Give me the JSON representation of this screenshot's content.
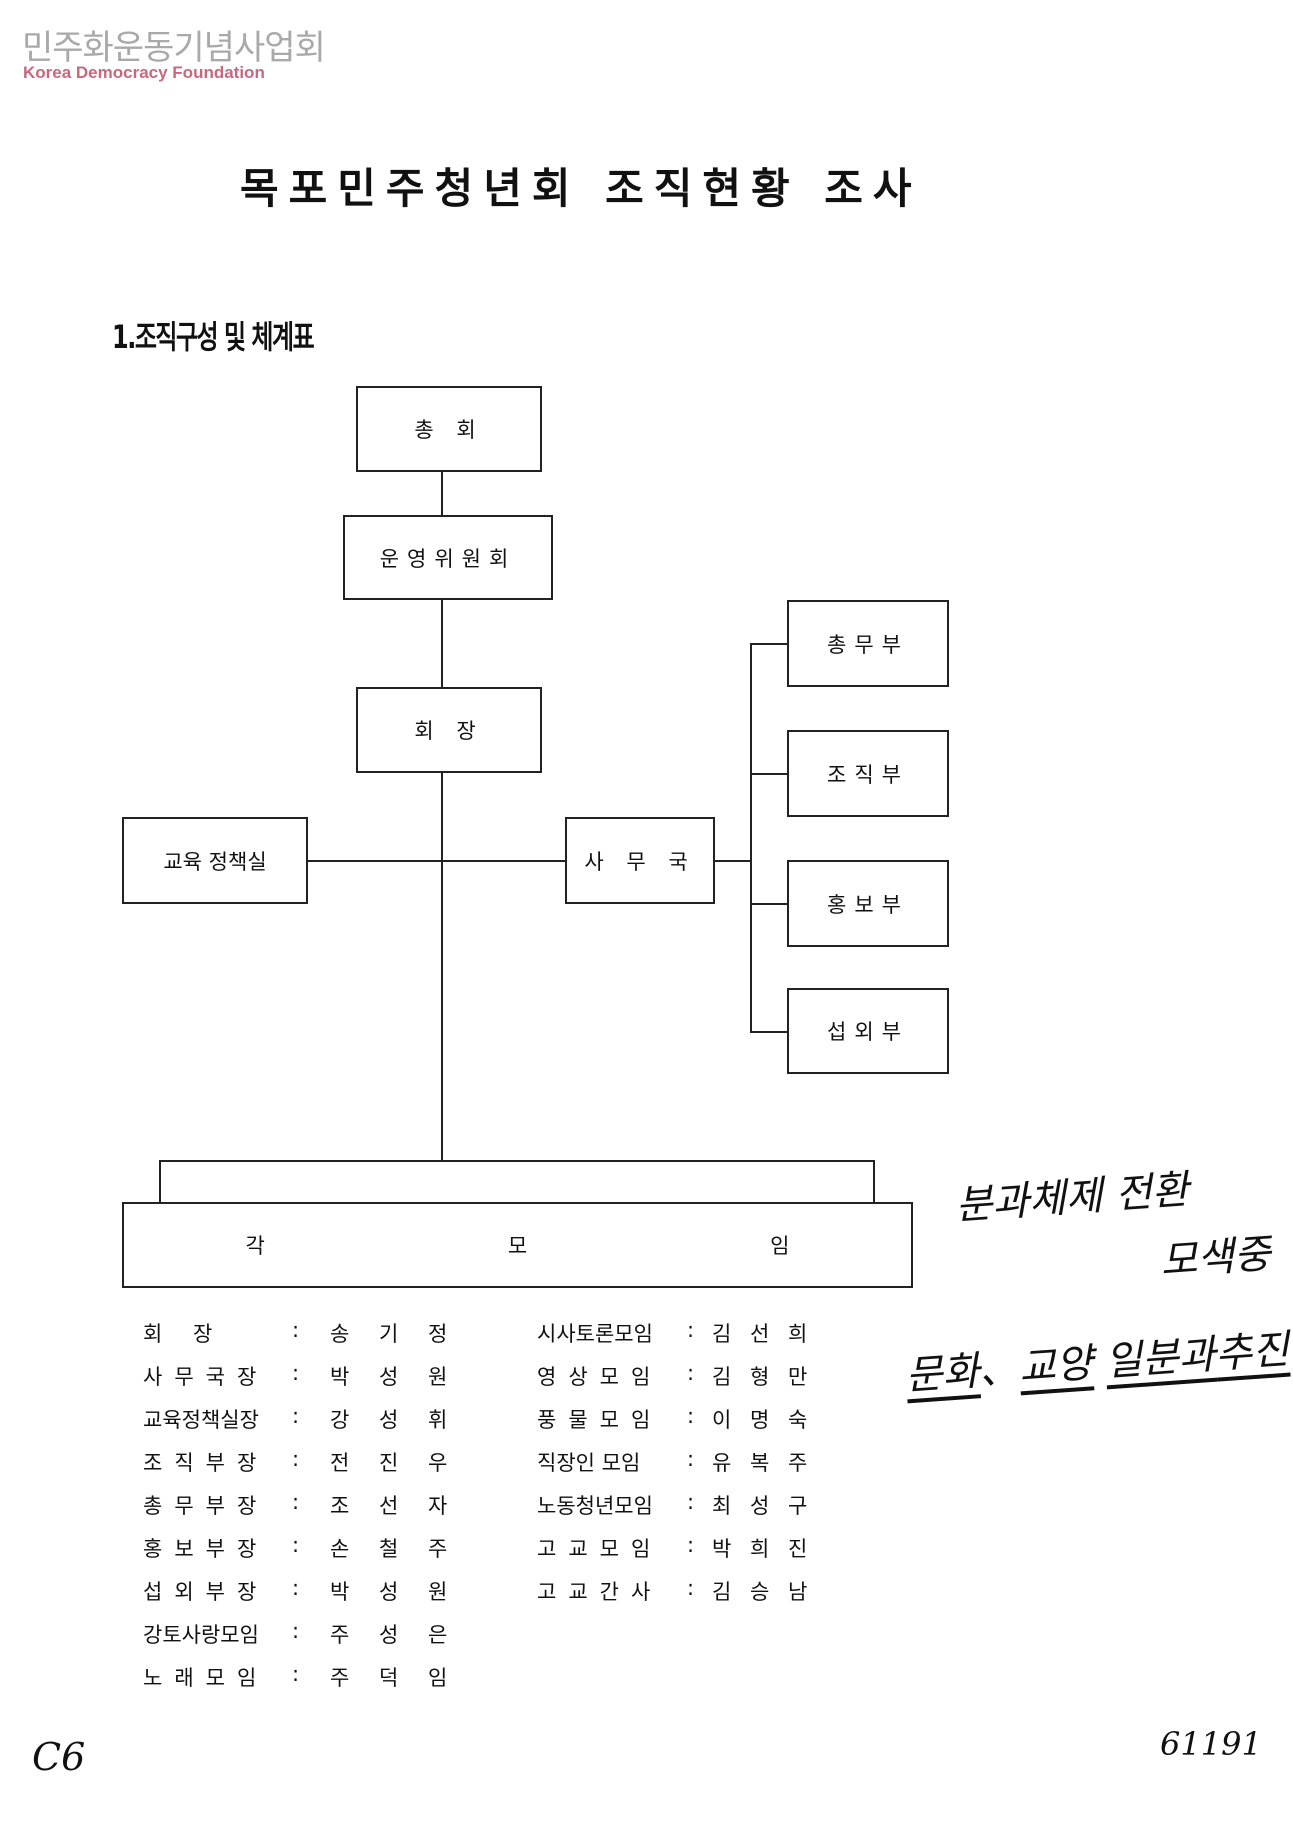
{
  "logo": {
    "korean": "민주화운동기념사업회",
    "english": "Korea Democracy Foundation"
  },
  "title": "목포민주청년회 조직현황 조사",
  "section_heading": "1.조직구성 및 체계표",
  "org_chart": {
    "general_assembly": "총 회",
    "steering_committee": "운영위원회",
    "president": "회 장",
    "education_policy_office": "교육 정책실",
    "secretariat": "사 무 국",
    "departments": [
      "총무부",
      "조직부",
      "홍보부",
      "섭외부"
    ],
    "groups": [
      "각",
      "모",
      "임"
    ]
  },
  "roster_left": [
    {
      "role": "회 장",
      "name": [
        "송",
        "기",
        "정"
      ]
    },
    {
      "role": "사무국장",
      "name": [
        "박",
        "성",
        "원"
      ]
    },
    {
      "role": "교육정책실장",
      "name": [
        "강",
        "성",
        "휘"
      ]
    },
    {
      "role": "조직부장",
      "name": [
        "전",
        "진",
        "우"
      ]
    },
    {
      "role": "총무부장",
      "name": [
        "조",
        "선",
        "자"
      ]
    },
    {
      "role": "홍보부장",
      "name": [
        "손",
        "철",
        "주"
      ]
    },
    {
      "role": "섭외부장",
      "name": [
        "박",
        "성",
        "원"
      ]
    },
    {
      "role": "강토사랑모임",
      "name": [
        "주",
        "성",
        "은"
      ]
    },
    {
      "role": "노래모임",
      "name": [
        "주",
        "덕",
        "임"
      ]
    }
  ],
  "roster_right": [
    {
      "role": "시사토론모임",
      "name": [
        "김",
        "선",
        "희"
      ]
    },
    {
      "role": "영상모임",
      "name": [
        "김",
        "형",
        "만"
      ]
    },
    {
      "role": "풍물모임",
      "name": [
        "이",
        "명",
        "숙"
      ]
    },
    {
      "role": "직장인 모임",
      "name": [
        "유",
        "복",
        "주"
      ]
    },
    {
      "role": "노동청년모임",
      "name": [
        "최",
        "성",
        "구"
      ]
    },
    {
      "role": "고교모임",
      "name": [
        "박",
        "희",
        "진"
      ]
    },
    {
      "role": "고교간사",
      "name": [
        "김",
        "승",
        "남"
      ]
    }
  ],
  "colon": ":",
  "handwritten_note": {
    "line1": "분과체제 전환",
    "line2": "모색중",
    "line3": [
      "문화",
      "、",
      "교양",
      "일분과",
      "추진"
    ]
  },
  "page_marks": {
    "left": "C6",
    "right": "61191"
  }
}
